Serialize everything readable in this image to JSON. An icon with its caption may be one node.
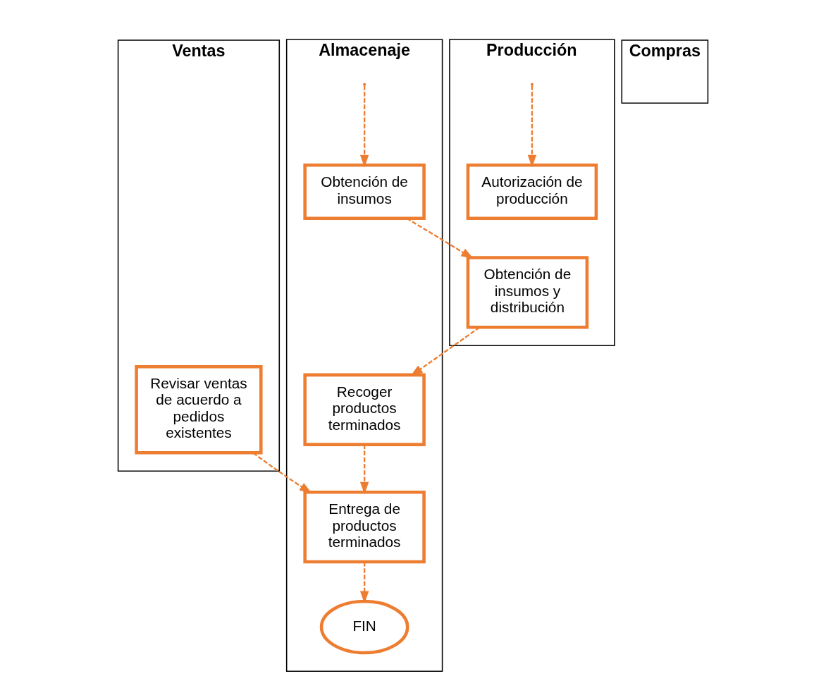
{
  "diagram": {
    "nodes": [
      {
        "text": [
          "Ventas"
        ]
      },
      {
        "text": [
          "Almacenaje"
        ]
      },
      {
        "text": [
          "Compras"
        ]
      },
      {
        "text": [
          "Producción"
        ]
      },
      {
        "text": [
          "Revisar ventas de acuerdo a pedidos existentes"
        ],
        "in": 0
      },
      {
        "text": [
          "Obtención de insumos"
        ],
        "in": 1
      },
      {
        "text": [
          "Recoger productos terminados"
        ],
        "in": 1
      },
      {
        "text": [
          "Entrega de productos terminados"
        ],
        "in": 1
      },
      {
        "text": [
          "FIN"
        ],
        "in": 1
      },
      {
        "text": [
          "Autorización de producción"
        ],
        "in": 3
      },
      {
        "text": [
          "Obtención de insumos y distribución"
        ],
        "in": 3
      }
    ],
    "edges": [
      {
        "from": null,
        "to": 5,
        "arrow": "to",
        "style": "dashed"
      },
      {
        "from": null,
        "to": 9,
        "arrow": "to",
        "style": "dashed"
      },
      {
        "from": 5,
        "to": 10,
        "arrow": "to",
        "style": "dashed"
      },
      {
        "from": 10,
        "to": 6,
        "arrow": "to",
        "style": "dashed"
      },
      {
        "from": 6,
        "to": 7,
        "arrow": "to",
        "style": "dashed"
      },
      {
        "from": 4,
        "to": 7,
        "arrow": "to",
        "style": "dashed"
      },
      {
        "from": 7,
        "to": 8,
        "arrow": "to",
        "style": "dashed"
      }
    ]
  }
}
